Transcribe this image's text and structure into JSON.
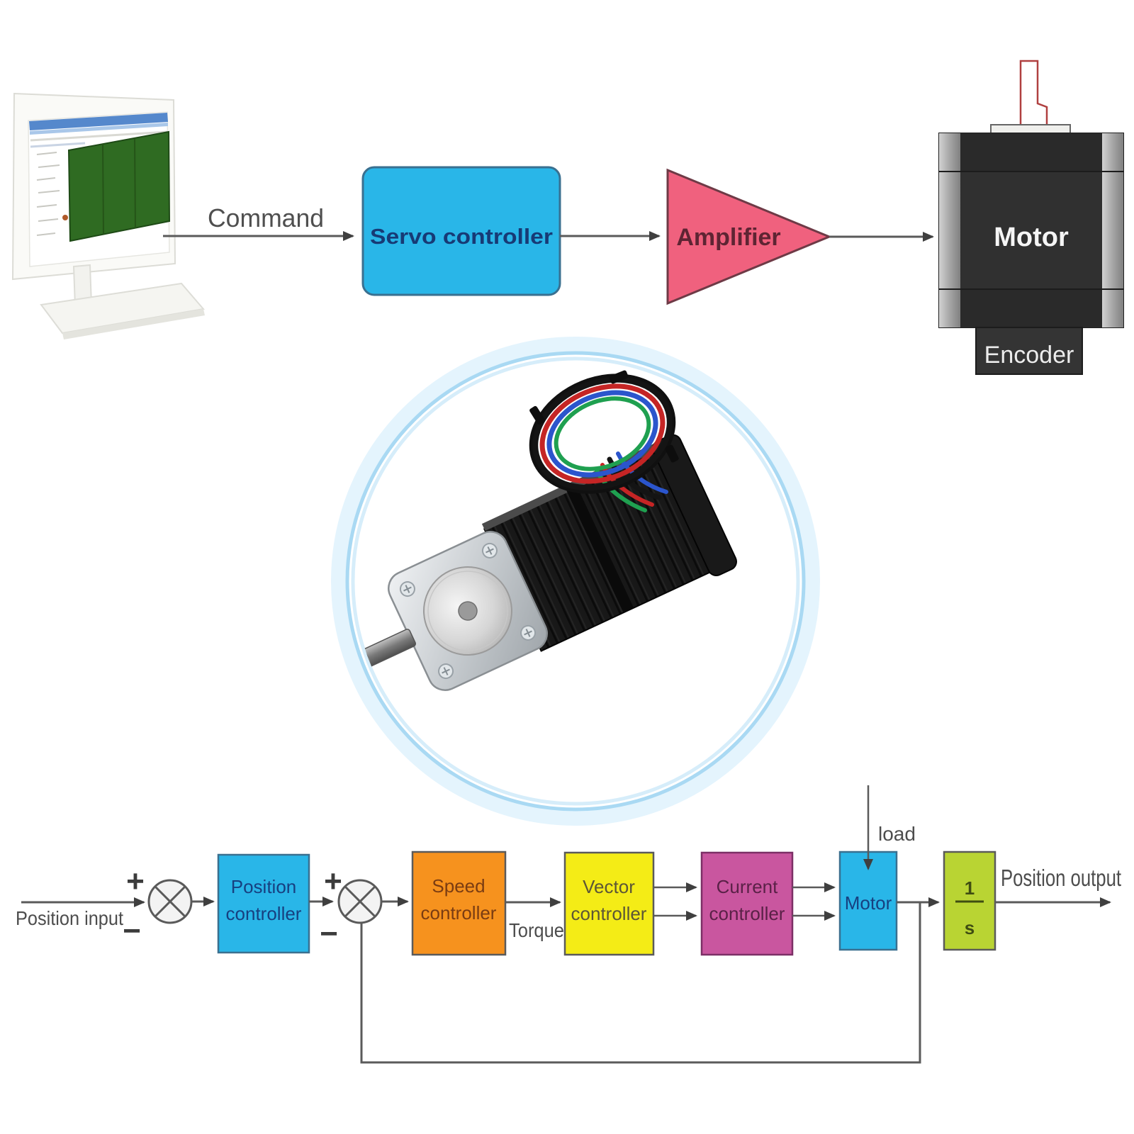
{
  "colors": {
    "connector": "#5a5a5a",
    "box_blue": "#29b6e8",
    "box_orange": "#f6921e",
    "box_yellow": "#f4ec16",
    "box_magenta": "#c9569f",
    "box_green": "#b9d433",
    "amplifier_pink": "#f0617e",
    "label_gray": "#4d4d4d",
    "navy_text": "#173a75",
    "motor_body_dark": "#2f2f2f",
    "encoder_dark": "#343434"
  },
  "top_flow": {
    "command_label": "Command",
    "servo_controller_label": "Servo controller",
    "amplifier_label": "Amplifier",
    "motor_label": "Motor",
    "encoder_label": "Encoder"
  },
  "bottom_flow": {
    "position_input_label": "Position input",
    "sum1": {
      "plus": "+",
      "minus": "−"
    },
    "position_controller": {
      "line1": "Position",
      "line2": "controller"
    },
    "sum2": {
      "plus": "+",
      "minus": "−"
    },
    "speed_controller": {
      "line1": "Speed",
      "line2": "controller"
    },
    "torque_label": "Torque",
    "vector_controller": {
      "line1": "Vector",
      "line2": "controller"
    },
    "current_controller": {
      "line1": "Current",
      "line2": "controller"
    },
    "motor_label": "Motor",
    "load_label": "load",
    "integrator": {
      "numerator": "1",
      "denominator": "s"
    },
    "position_output_label": "Position output"
  }
}
